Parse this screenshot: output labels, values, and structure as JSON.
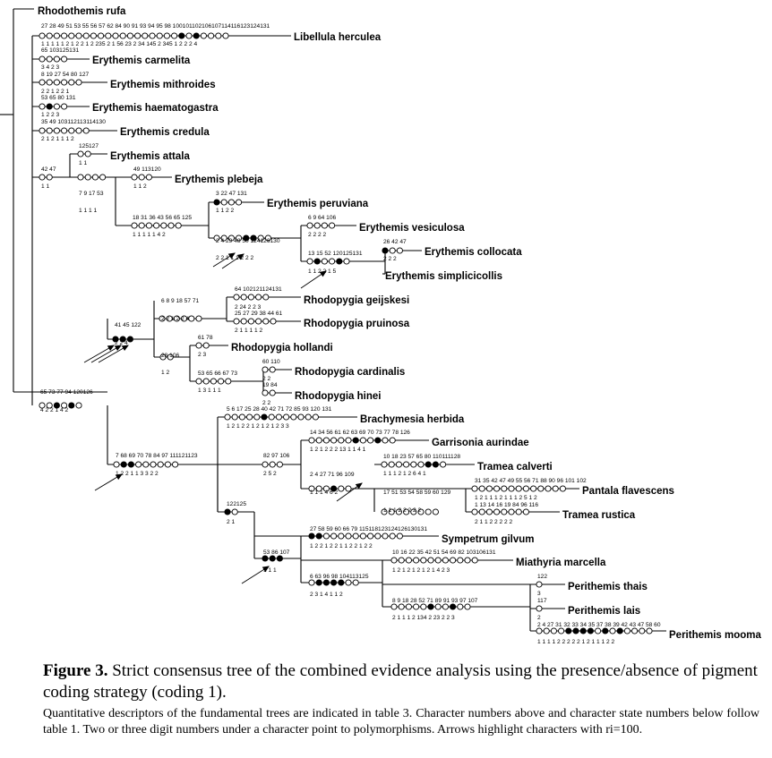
{
  "taxa": {
    "rufa": "Rhodothemis rufa",
    "herculea": "Libellula herculea",
    "carmelita": "Erythemis carmelita",
    "mithroides": "Erythemis mithroides",
    "haematogastra": "Erythemis haematogastra",
    "credula": "Erythemis credula",
    "attala": "Erythemis attala",
    "plebeja": "Erythemis plebeja",
    "peruviana": "Erythemis peruviana",
    "vesiculosa": "Erythemis vesiculosa",
    "collocata": "Erythemis collocata",
    "simplicicollis": "Erythemis simplicicollis",
    "geijskesi": "Rhodopygia geijskesi",
    "pruinosa": "Rhodopygia pruinosa",
    "hollandi": "Rhodopygia hollandi",
    "cardinalis": "Rhodopygia cardinalis",
    "hinei": "Rhodopygia hinei",
    "herbida": "Brachymesia herbida",
    "aurindae": "Garrisonia aurindae",
    "calverti": "Tramea calverti",
    "flavescens": "Pantala flavescens",
    "rustica": "Tramea rustica",
    "gilvum": "Sympetrum gilvum",
    "marcella": "Miathyria marcella",
    "thais": "Perithemis thais",
    "lais": "Perithemis lais",
    "mooma": "Perithemis mooma"
  },
  "characters": {
    "herculea": {
      "above": "27 28 49 51 53 55 56 57 62 84 90 91 93 94 95 98 100101102106107114116123124131",
      "below": "1 1 1 1 1 2 1 2 2 1 2 235 2 1 56 23 2 34 145 2 345 1 2 2 2 4"
    },
    "carmelita": {
      "above": "65 103125131",
      "below": "3 4 2 3"
    },
    "mithroides": {
      "above": "8 19 27 54 80 127",
      "below": "2 2 1 2 2 1"
    },
    "haematogastra": {
      "above": "53 65 80 131",
      "below": "1 2 2 3"
    },
    "credula": {
      "above": "35 49 103112113114130",
      "below": "2 1 2 1 1 1 2"
    },
    "attala": {
      "above": "125127",
      "below": "1 1"
    },
    "plebeja": {
      "above": "49 113120",
      "below": "1 1 2"
    },
    "peruviana": {
      "above": "3 22 47 131",
      "below": "1 1 2 2"
    },
    "vesiculosa": {
      "above": "6 9 64 106",
      "below": "2 2 2 2"
    },
    "collocata": {
      "above": "26 42 47",
      "below": "2 2 2"
    },
    "vesic_simpl": {
      "above": "13 15 52 120125131",
      "below": "1 1 2 2 1 5"
    },
    "clade_vesic": {
      "above": "2 4 29 48 50 124126130",
      "below": "2 2 1 1 1 2 2 2"
    },
    "clade_peru": {
      "above": "18 31 36 43 56 65 125",
      "below": "1 1 1 1 1 4 2"
    },
    "clade_plebeja": {
      "above": "7 9 17 53",
      "below": "1 1 1 1"
    },
    "clade_attala": {
      "above": "42 47",
      "below": "1 1"
    },
    "geijskesi": {
      "above": "64 102121124131",
      "below": "2 24 2 2 3"
    },
    "pruinosa": {
      "above": "25 27 29 38 44 61",
      "below": "2 1 1 1 1 2"
    },
    "clade_geij": {
      "above": "6 8 9 18 57 71",
      "below": "2 2 1 2 2 4"
    },
    "hollandi": {
      "above": "61 78",
      "below": "2 3"
    },
    "cardinalis": {
      "above": "60 110",
      "below": "2 2"
    },
    "hinei": {
      "above": "19 84",
      "below": "2 2"
    },
    "clade_card": {
      "above": "53 65 66 67 73",
      "below": "1 3 1 1 1"
    },
    "clade_holl": {
      "above": "28 106",
      "below": "1 2"
    },
    "clade_rhodo": {
      "above": "41 45 122",
      "below": "2 2 4"
    },
    "clade_big": {
      "above": "65 73 77 94 120126",
      "below": "4 2 2 1 4 2"
    },
    "herbida": {
      "above": "5 6 17 25 28 40 42 71 72 85 93 120 131",
      "below": "1 2 1 2 2 1 2 1 2 1 2 3 3"
    },
    "aurindae": {
      "above": "14 34 56 61 62 63 69 70 73 77 78 126",
      "below": "1 2 1 2 2 2 13 1 1 4 1"
    },
    "calverti": {
      "above": "10 18 23 57 65 80 110111128",
      "below": "1 1 1 2 1 2 6 4 1"
    },
    "flavescens": {
      "above": "31 35 42 47 49 55 56 71 88 90 96 101 102",
      "below": "1 2 1 1 1 2 1 1 1 2 5 1 2"
    },
    "rustica": {
      "above": "1 13 14 16 19 84 96 116",
      "below": "2 1 1 2 2 2 2 2"
    },
    "clade_pantala": {
      "above": "17 51 53 54 58 59 60 129",
      "below": "1 1 1 2 2 2 2 2"
    },
    "clade_tramea": {
      "above": "2 4 27 71 96 109",
      "below": "1 1 1 4 6 2"
    },
    "clade_garr": {
      "above": "82 97 106",
      "below": "2 5 2"
    },
    "clade_brach": {
      "above": "7 68 69 70 78 84 97 111121123",
      "below": "1 2 2 1 1 3 3 2 2"
    },
    "clade_122": {
      "above": "122125",
      "below": "2 1"
    },
    "gilvum": {
      "above": "27 58 59 60 66 79 115118123124126130131",
      "below": "1 2 2 1 2 2 1 1 2 2 1 2 2"
    },
    "marcella": {
      "above": "10 16 22 35 42 51 54 69 82 103106131",
      "below": "1 2 1 2 1 2 1 2 1 4 2 3"
    },
    "thais": {
      "above": "122",
      "below": "3"
    },
    "lais": {
      "above": "117",
      "below": "2"
    },
    "mooma": {
      "above": "2 4 27 31 32 33 34 35 37 38 39 42 43 47 58 60",
      "below": "1 1 1 1 2 2 2 2 2 1 2 1 1 1 2 2"
    },
    "clade_peri": {
      "above": "8 9 18 28 52 71 89 91 93 97 107",
      "below": "2 1 1 1 2 134 2 23 2 2 3"
    },
    "clade_miath": {
      "above": "6 63 96 98 104113125",
      "below": "2 3 1 4 1 1 2"
    },
    "clade_symp": {
      "above": "53 86 107",
      "below": "1 1 1"
    }
  },
  "caption": {
    "label": "Figure 3.",
    "title": " Strict consensus tree of the combined evidence analysis using the presence/absence of pigment coding strategy (coding 1).",
    "description": "Quantitative descriptors of the fundamental trees are indicated in table 3. Character numbers above and character state numbers below follow table 1. Two or three digit numbers under a character point to polymorphisms. Arrows highlight characters with ri=100."
  },
  "colors": {
    "line": "#000000",
    "open_marker": "#ffffff",
    "filled_marker": "#000000"
  }
}
